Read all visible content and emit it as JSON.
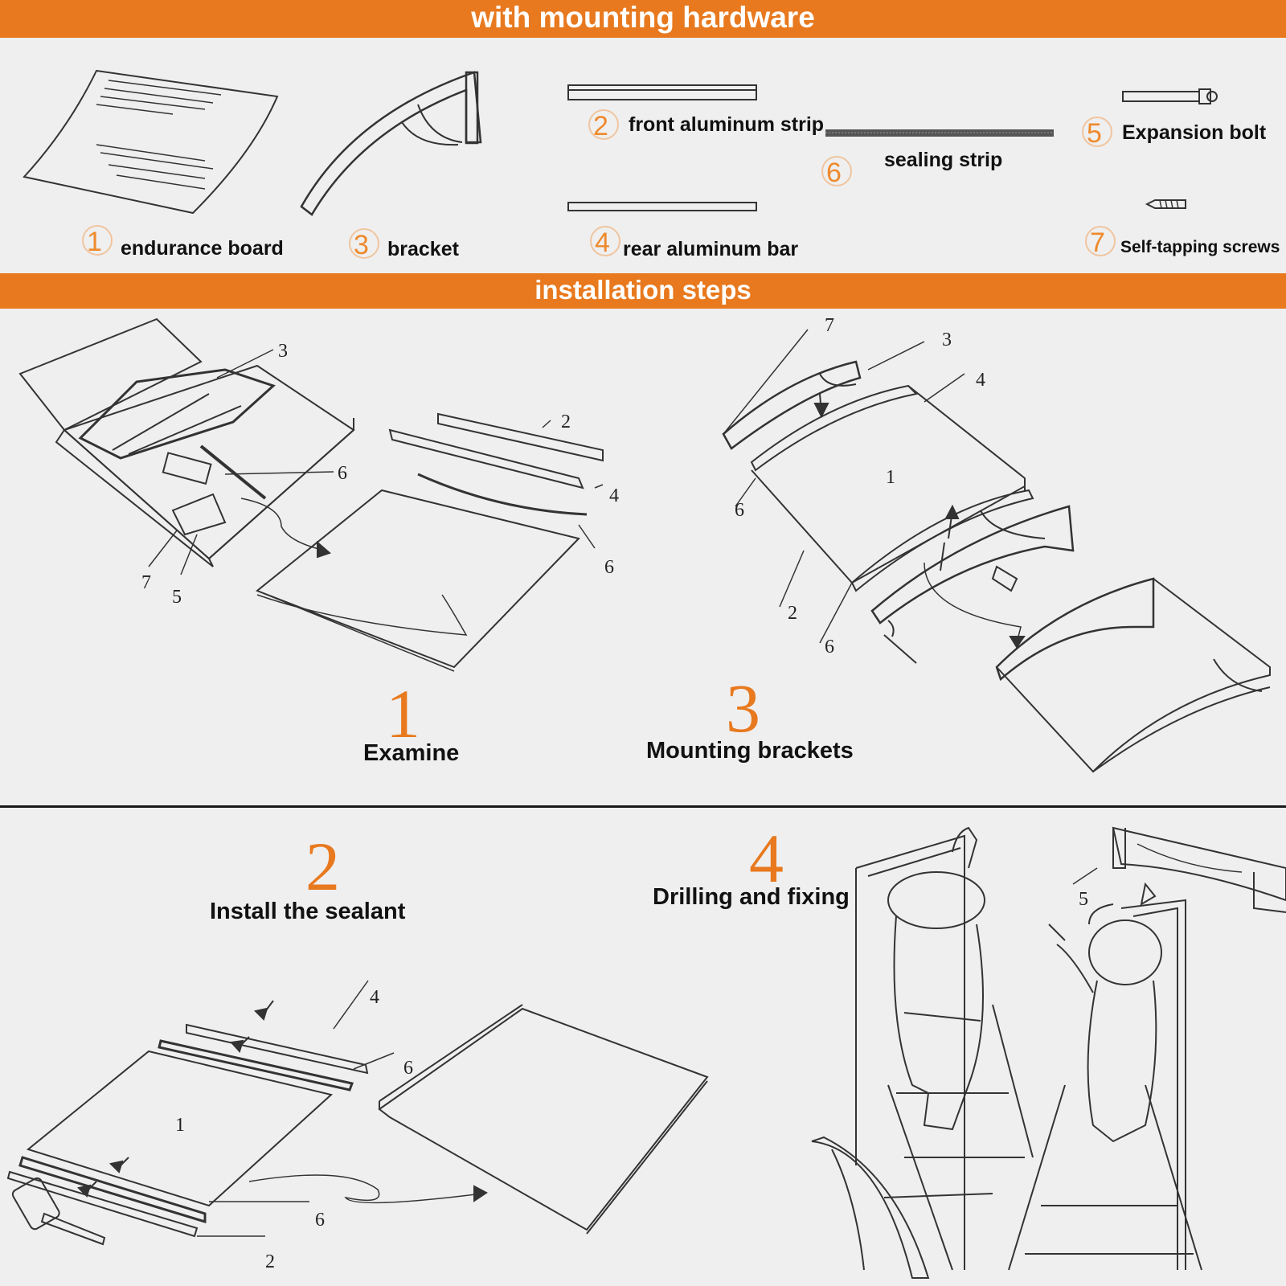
{
  "header": {
    "hardware_title": "with mounting hardware",
    "steps_title": "installation steps"
  },
  "parts": [
    {
      "num": "1",
      "label": "endurance board"
    },
    {
      "num": "2",
      "label": "front aluminum strip"
    },
    {
      "num": "3",
      "label": "bracket"
    },
    {
      "num": "4",
      "label": "rear aluminum bar"
    },
    {
      "num": "5",
      "label": "Expansion bolt"
    },
    {
      "num": "6",
      "label": "sealing strip"
    },
    {
      "num": "7",
      "label": "Self-tapping screws"
    }
  ],
  "steps": [
    {
      "num": "1",
      "title": "Examine"
    },
    {
      "num": "3",
      "title": "Mounting brackets"
    },
    {
      "num": "2",
      "title": "Install the sealant"
    },
    {
      "num": "4",
      "title": "Drilling and fixing"
    }
  ],
  "callouts": {
    "s1": [
      "3",
      "2",
      "6",
      "4",
      "7",
      "5",
      "6"
    ],
    "s3": [
      "7",
      "3",
      "4",
      "1",
      "6",
      "2",
      "6"
    ],
    "s2": [
      "4",
      "6",
      "1",
      "6",
      "2"
    ],
    "s4": [
      "5"
    ]
  },
  "colors": {
    "accent": "#e8791e",
    "background": "#efefef",
    "number": "#ee8a2e"
  }
}
